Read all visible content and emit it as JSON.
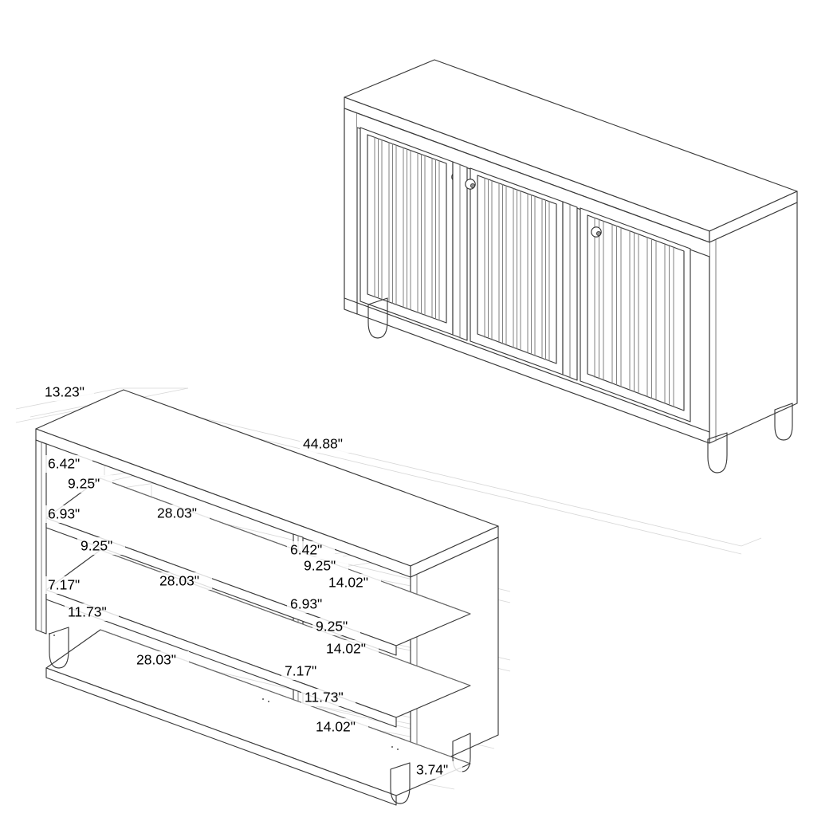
{
  "document": {
    "type": "furniture-dimension-drawing",
    "title": "Sideboard Buffet Cabinet — Isometric Dimension Drawing",
    "background_color": "#ffffff",
    "line_color": "#3a3a3a",
    "text_color": "#000000",
    "unit": "inches",
    "unit_symbol": "\""
  },
  "views": {
    "upper": {
      "name": "closed-cabinet-view",
      "description": "Three-door sideboard with slatted door panels, round knobs and tapered legs",
      "door_count": 3,
      "knob_count": 3,
      "leg_count": 3,
      "slats_per_door": 11
    },
    "lower": {
      "name": "open-shelving-dimension-view",
      "description": "Same cabinet with doors removed showing interior shelving and dimensions",
      "shelf_count": 3,
      "compartment_count": 2,
      "leg_count": 3
    }
  },
  "dimensions": {
    "overall_width": "44.88\"",
    "overall_depth": "13.23\"",
    "leg_height": "3.74\"",
    "left_compartment": [
      {
        "label": "6.42\"",
        "kind": "shelf-opening-height",
        "index": 1
      },
      {
        "label": "9.25\"",
        "kind": "shelf-opening-height",
        "index": 2
      },
      {
        "label": "28.03\"",
        "kind": "shelf-width",
        "index": 1
      },
      {
        "label": "6.93\"",
        "kind": "shelf-opening-height",
        "index": 3
      },
      {
        "label": "9.25\"",
        "kind": "shelf-opening-height",
        "index": 4
      },
      {
        "label": "28.03\"",
        "kind": "shelf-width",
        "index": 2
      },
      {
        "label": "7.17\"",
        "kind": "shelf-opening-height",
        "index": 5
      },
      {
        "label": "11.73\"",
        "kind": "shelf-opening-height",
        "index": 6
      },
      {
        "label": "28.03\"",
        "kind": "shelf-width",
        "index": 3
      }
    ],
    "right_compartment": [
      {
        "label": "6.42\"",
        "kind": "shelf-opening-height",
        "index": 1
      },
      {
        "label": "9.25\"",
        "kind": "shelf-opening-height",
        "index": 2
      },
      {
        "label": "14.02\"",
        "kind": "shelf-width",
        "index": 1
      },
      {
        "label": "6.93\"",
        "kind": "shelf-opening-height",
        "index": 3
      },
      {
        "label": "9.25\"",
        "kind": "shelf-opening-height",
        "index": 4
      },
      {
        "label": "14.02\"",
        "kind": "shelf-width",
        "index": 2
      },
      {
        "label": "7.17\"",
        "kind": "shelf-opening-height",
        "index": 5
      },
      {
        "label": "11.73\"",
        "kind": "shelf-opening-height",
        "index": 6
      },
      {
        "label": "14.02\"",
        "kind": "shelf-width",
        "index": 3
      }
    ]
  },
  "labels": {
    "depth": "13.23\"",
    "width": "44.88\"",
    "leg": "3.74\"",
    "L_h1": "6.42\"",
    "L_h2": "9.25\"",
    "L_w1": "28.03\"",
    "L_h3": "6.93\"",
    "L_h4": "9.25\"",
    "L_w2": "28.03\"",
    "L_h5": "7.17\"",
    "L_h6": "11.73\"",
    "L_w3": "28.03\"",
    "R_h1": "6.42\"",
    "R_h2": "9.25\"",
    "R_w1": "14.02\"",
    "R_h3": "6.93\"",
    "R_h4": "9.25\"",
    "R_w2": "14.02\"",
    "R_h5": "7.17\"",
    "R_h6": "11.73\"",
    "R_w3": "14.02\""
  }
}
